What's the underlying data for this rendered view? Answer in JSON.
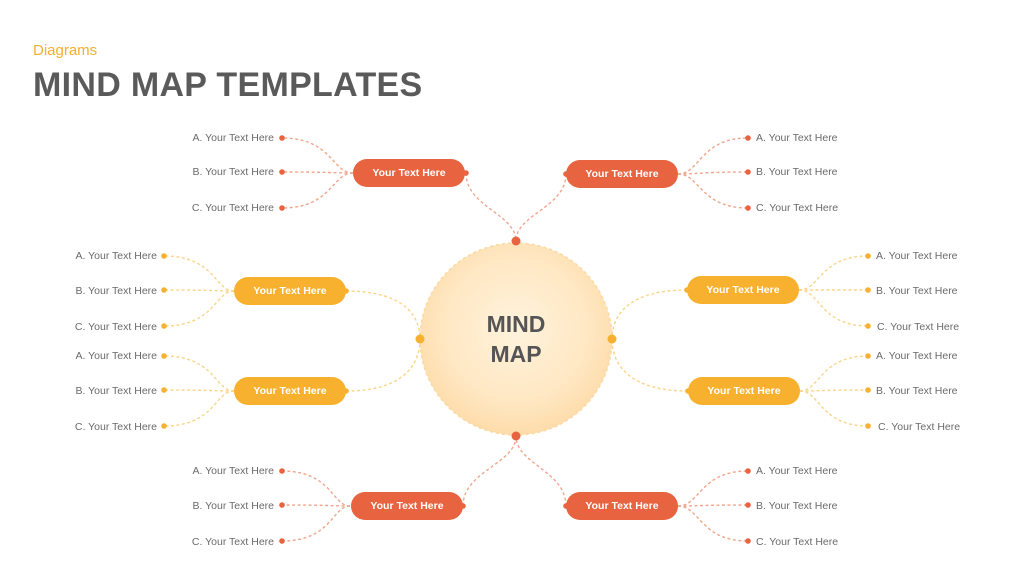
{
  "header": {
    "subtitle": "Diagrams",
    "title": "MIND MAP TEMPLATES"
  },
  "center": {
    "line1": "MIND",
    "line2": "MAP"
  },
  "colors": {
    "red": "#e8633f",
    "yellow": "#f8b12f",
    "red_line": "#f0a58c",
    "yellow_line": "#fbd488"
  },
  "branches": [
    {
      "id": "top-left",
      "label": "Your Text Here",
      "color": "red",
      "leaves": [
        "A. Your Text Here",
        "B. Your Text Here",
        "C. Your Text Here"
      ]
    },
    {
      "id": "top-right",
      "label": "Your Text Here",
      "color": "red",
      "leaves": [
        "A. Your Text Here",
        "B. Your Text Here",
        "C. Your Text Here"
      ]
    },
    {
      "id": "upper-left",
      "label": "Your Text Here",
      "color": "yellow",
      "leaves": [
        "A. Your Text Here",
        "B. Your Text Here",
        "C. Your Text Here"
      ]
    },
    {
      "id": "upper-right",
      "label": "Your Text Here",
      "color": "yellow",
      "leaves": [
        "A. Your Text Here",
        "B. Your Text Here",
        "C. Your Text Here"
      ]
    },
    {
      "id": "lower-left",
      "label": "Your Text Here",
      "color": "yellow",
      "leaves": [
        "A. Your Text Here",
        "B. Your Text Here",
        "C. Your Text Here"
      ]
    },
    {
      "id": "lower-right",
      "label": "Your Text Here",
      "color": "yellow",
      "leaves": [
        "A. Your Text Here",
        "B. Your Text Here",
        "C. Your Text Here"
      ]
    },
    {
      "id": "bottom-left",
      "label": "Your Text Here",
      "color": "red",
      "leaves": [
        "A. Your Text Here",
        "B. Your Text Here",
        "C. Your Text Here"
      ]
    },
    {
      "id": "bottom-right",
      "label": "Your Text Here",
      "color": "red",
      "leaves": [
        "A. Your Text Here",
        "B. Your Text Here",
        "C. Your Text Here"
      ]
    }
  ]
}
